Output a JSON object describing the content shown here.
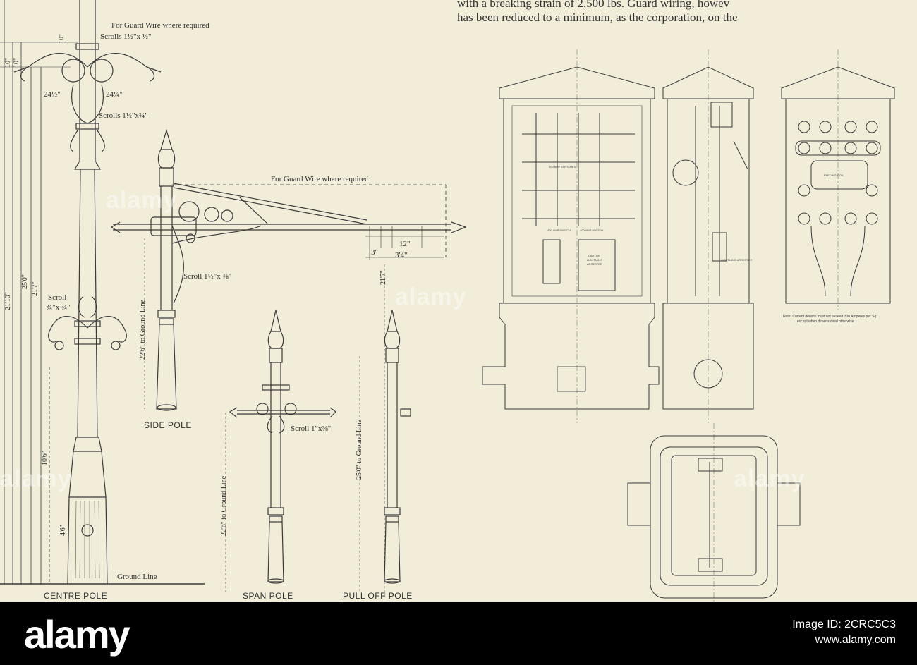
{
  "body_text": {
    "line1": "with a breaking strain of 2,500 lbs. Guard wiring, howev",
    "line2": "has been reduced to a minimum, as the corporation, on the"
  },
  "centre_pole": {
    "caption": "CENTRE POLE",
    "guard_wire_note": "For Guard Wire where required",
    "scrolls_top": "Scrolls 1½\"x ½\"",
    "scrolls_mid": "Scrolls 1½\"x¾\"",
    "scroll_low_1": "Scroll",
    "scroll_low_2": "¾\"x ¾\"",
    "arm_left": "24½\"",
    "arm_right": "24¼\"",
    "ground_line": "Ground Line",
    "dims": [
      "10\"",
      "10\"",
      "25'0\"",
      "21'10\"",
      "21'7\"",
      "10'6\"",
      "4'6\"",
      "10\""
    ]
  },
  "side_pole": {
    "caption": "SIDE POLE",
    "guard_wire_note": "For Guard Wire where required",
    "scroll_note": "Scroll 1½\"x ⅜\"",
    "ground_dim": "22'6\" to Ground Line",
    "arm_dims": [
      "3\"",
      "12\"",
      "3'4\""
    ],
    "height_dim": "21'7\""
  },
  "span_pole": {
    "caption": "SPAN POLE",
    "scroll_note": "Scroll 1\"x⅜\"",
    "ground_dim": "22'6\" to Ground Line"
  },
  "pull_off_pole": {
    "caption": "PULL OFF POLE",
    "ground_dim": "25'0\" to Ground Line"
  },
  "switch_pillar": {
    "labels": {
      "switch_left": "400 AMP SWITCH",
      "switch_right": "400 AMP SWITCH",
      "switches_200": "200 AMP SWITCHES",
      "carton": "CARTON",
      "lightning": "LIGHTNING",
      "arrester": "ARRESTER",
      "lightning_arrester": "LIGHTNING ARRESTER",
      "feeding_coil": "FEEDING COIL"
    },
    "note": "Note: Current density must not exceed 300 Amperes per Sq.",
    "note2": "except when dimensioned otherwise"
  },
  "watermark": "alamy",
  "footer": {
    "logo": "alamy",
    "image_id_label": "Image ID: 2CRC5C3",
    "site": "www.alamy.com"
  },
  "colors": {
    "paper": "#f1edd9",
    "ink": "#3a3a3a",
    "footer_bg": "#000000"
  }
}
